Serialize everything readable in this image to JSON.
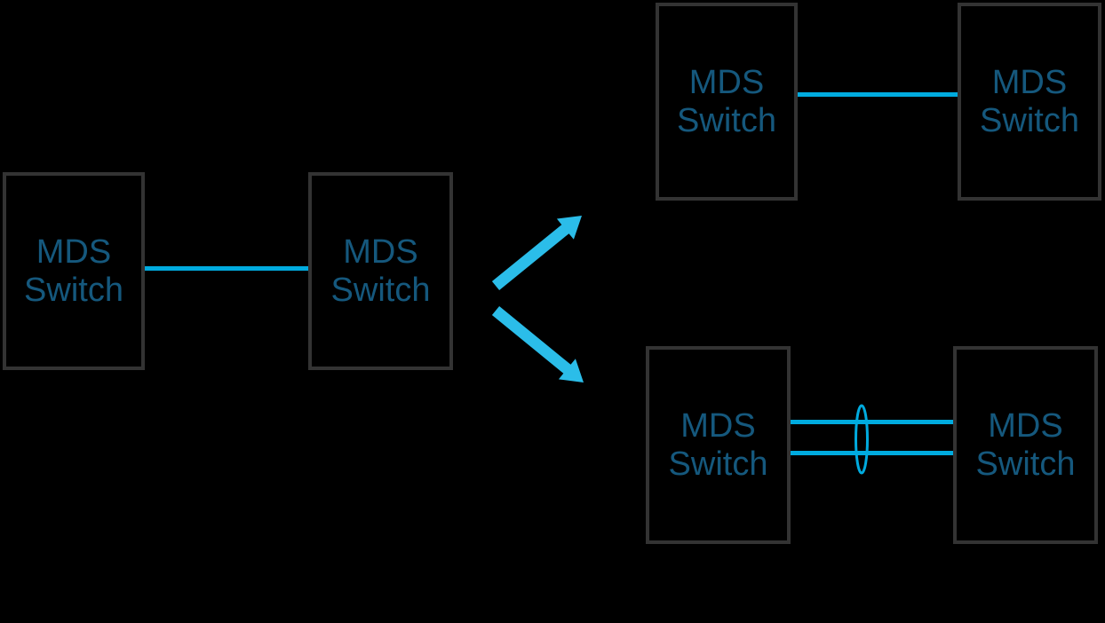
{
  "diagram": {
    "background": "#000000",
    "colors": {
      "box_border": "#333333",
      "label": "#15587d",
      "link": "#00abdf",
      "arrow": "#2bbde9"
    },
    "nodes": [
      {
        "id": "left-pair-switch-a",
        "line1": "MDS",
        "line2": "Switch"
      },
      {
        "id": "left-pair-switch-b",
        "line1": "MDS",
        "line2": "Switch"
      },
      {
        "id": "top-pair-switch-a",
        "line1": "MDS",
        "line2": "Switch"
      },
      {
        "id": "top-pair-switch-b",
        "line1": "MDS",
        "line2": "Switch"
      },
      {
        "id": "bottom-pair-switch-a",
        "line1": "MDS",
        "line2": "Switch"
      },
      {
        "id": "bottom-pair-switch-b",
        "line1": "MDS",
        "line2": "Switch"
      }
    ],
    "icons": {
      "arrow_top": "arrow-up-right",
      "arrow_bottom": "arrow-down-right",
      "port_channel": "port-channel-ellipse"
    }
  }
}
